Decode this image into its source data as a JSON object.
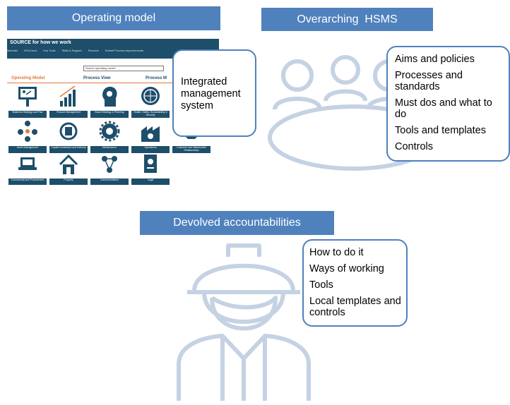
{
  "panels": {
    "operating_model": {
      "title": "Operating model"
    },
    "hsms": {
      "title": "Overarching  HSMS"
    },
    "devolved": {
      "title": "Devolved accountabilities"
    }
  },
  "screenshot": {
    "site_title": "SOURCE for how we work",
    "nav": [
      "Manuals",
      "MTA Docs",
      "Key Tools",
      "Skills & Support",
      "Records",
      "Submit Process Improvements"
    ],
    "search_label": "Search operating model",
    "tab_operating": "Operating Model",
    "tab_process": "Process View",
    "tab_process_map": "Process M",
    "tiles": [
      "Business Strategy and Plan",
      "Finance Management",
      "Board Strategy & Planning",
      "Health, Safety, Sustainability & Security",
      "Asset Management",
      "Capital Investment and Delivery",
      "Maintenance",
      "Operations",
      "Customer and Stakeholder Relationships",
      "Commercial and Procurement",
      "Property",
      "Communications",
      "Legal"
    ]
  },
  "callouts": {
    "ims": [
      "Integrated",
      "management",
      "system"
    ],
    "hsms": [
      "Aims and policies",
      "Processes and standards",
      "Must dos and what to do",
      "Tools and templates",
      "Controls"
    ],
    "devolved": [
      "How to do it",
      "Ways of working",
      "Tools",
      "Local templates and controls"
    ]
  },
  "colors": {
    "banner": "#4f81bd",
    "outline_icon": "#c5d2e4",
    "dark_tile": "#1d4e6a"
  }
}
